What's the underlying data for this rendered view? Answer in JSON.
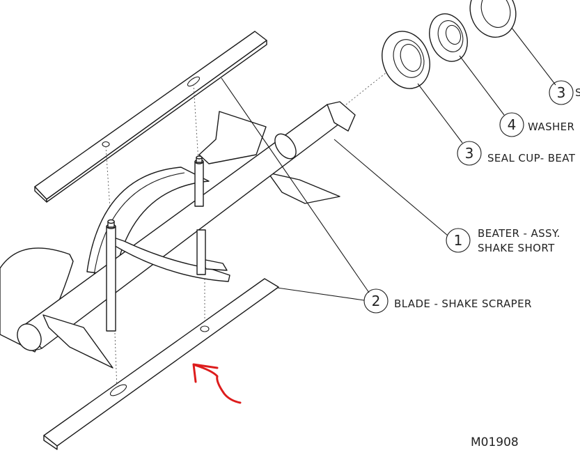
{
  "drawing": {
    "ref_number": "M01908",
    "annotation_color": "#dd1c1c"
  },
  "callouts": [
    {
      "num": "3",
      "text": "S"
    },
    {
      "num": "4",
      "text": "WASHER"
    },
    {
      "num": "3",
      "text": "SEAL CUP- BEAT"
    },
    {
      "num": "1",
      "text_line1": "BEATER - ASSY.",
      "text_line2": "SHAKE SHORT"
    },
    {
      "num": "2",
      "text": "BLADE - SHAKE SCRAPER"
    }
  ]
}
